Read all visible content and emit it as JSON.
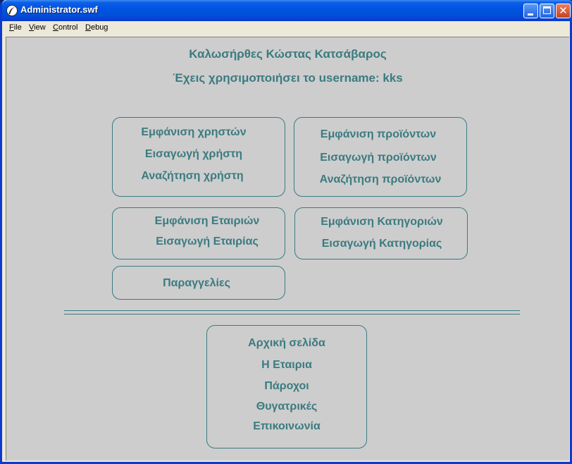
{
  "window": {
    "title": "Administrator.swf"
  },
  "menu": {
    "file": {
      "underline": "F",
      "rest": "ile"
    },
    "view": {
      "underline": "V",
      "rest": "iew"
    },
    "control": {
      "underline": "C",
      "rest": "ontrol"
    },
    "debug": {
      "underline": "D",
      "rest": "ebug"
    }
  },
  "welcome": {
    "greeting": "Καλωσήρθες Κώστας  Κατσάβαρος",
    "username_line": "Έχεις χρησιμοποιήσει το username:  kks"
  },
  "users_panel": {
    "show": "Εμφάνιση χρηστών",
    "insert": "Εισαγωγή χρήστη",
    "search": "Αναζήτηση χρήστη"
  },
  "products_panel": {
    "show": "Εμφάνιση προϊόντων",
    "insert": "Εισαγωγή προϊόντων",
    "search": "Αναζήτηση προϊόντων"
  },
  "companies_panel": {
    "show": "Εμφάνιση Εταιριών",
    "insert": "Εισαγωγή Εταιρίας"
  },
  "categories_panel": {
    "show": "Εμφάνιση Κατηγοριών",
    "insert": "Εισαγωγή Κατηγορίας"
  },
  "orders_panel": {
    "orders": "Παραγγελίες"
  },
  "site_nav": {
    "home": "Αρχική σελίδα",
    "company": "Η Εταιρια",
    "providers": "Πάροχοι",
    "subsidiaries": "Θυγατρικές",
    "contact": "Επικοινωνία"
  },
  "colors": {
    "accent": "#3b7b80",
    "stage_bg": "#cdcdcd",
    "titlebar": "#0054e3"
  }
}
